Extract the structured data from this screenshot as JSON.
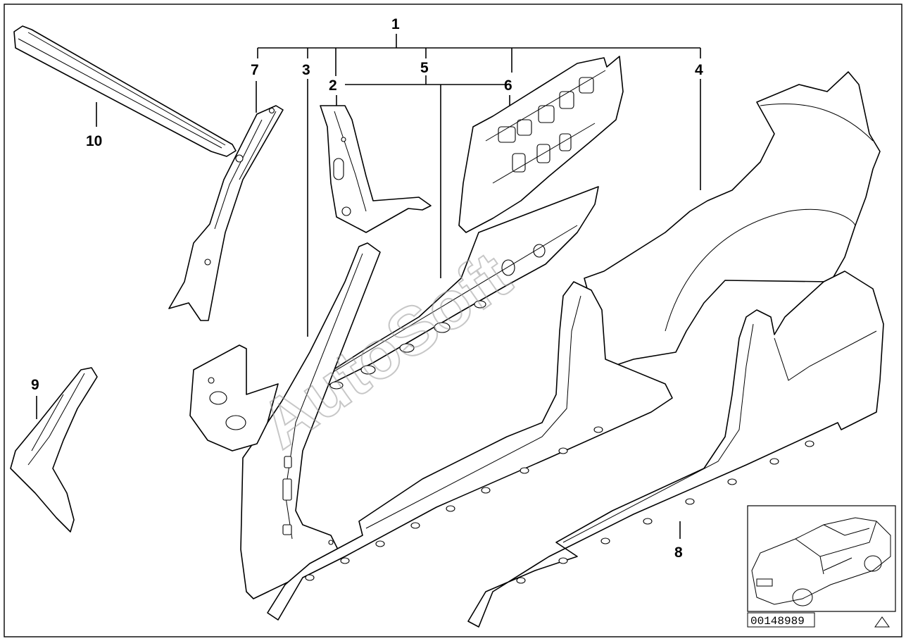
{
  "callouts": {
    "c1": "1",
    "c2": "2",
    "c3": "3",
    "c4": "4",
    "c5": "5",
    "c6": "6",
    "c7": "7",
    "c8": "8",
    "c9": "9",
    "c10": "10"
  },
  "watermark": "AutoSoft",
  "diagram_number": "00148989",
  "thumbnail_icon": "car-outline-icon",
  "corner_icon": "triangle-icon"
}
